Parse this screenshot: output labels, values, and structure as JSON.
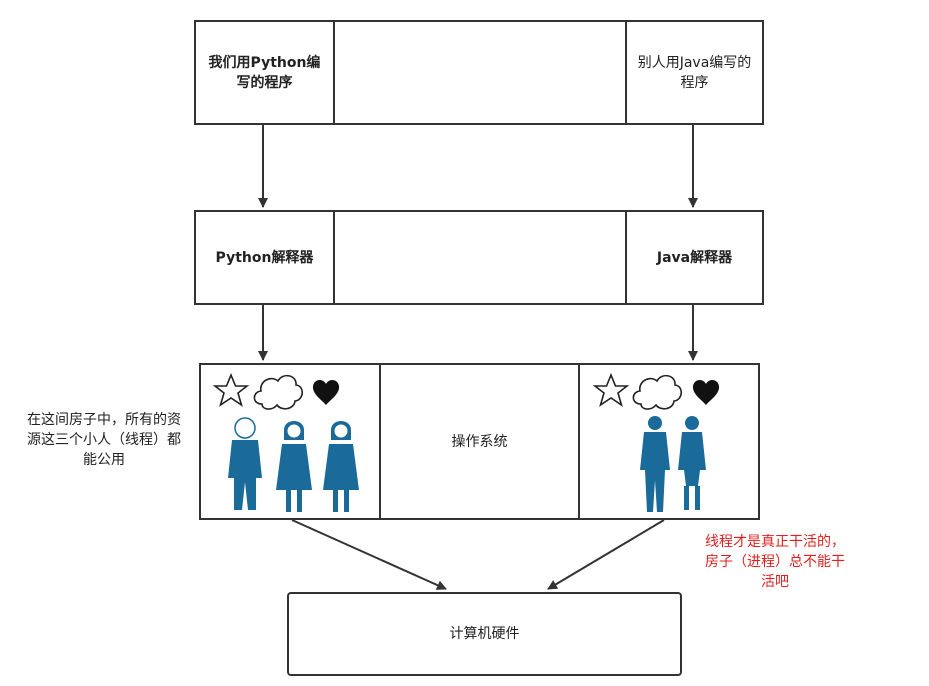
{
  "row1": {
    "left_label": "我们用Python编写的程序",
    "right_label": "别人用Java编写的程序"
  },
  "row2": {
    "left_label": "Python解释器",
    "right_label": "Java解释器"
  },
  "row3": {
    "center_label": "操作系统",
    "left_icons": [
      "star-icon",
      "cloud-icon",
      "heart-icon"
    ],
    "right_icons": [
      "star-icon",
      "cloud-icon",
      "heart-icon"
    ]
  },
  "hardware": {
    "label": "计算机硬件"
  },
  "annotations": {
    "left_note": "在这间房子中，所有的资源这三个小人（线程）都能公用",
    "right_note": "线程才是真正干活的，房子（进程）总不能干活吧",
    "right_note_color": "#e02020"
  }
}
